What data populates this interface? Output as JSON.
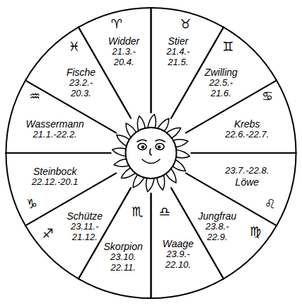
{
  "diagram": {
    "nodes": [
      {
        "text": [
          "♈",
          "Widder",
          "21.3.- 20.4."
        ]
      },
      {
        "text": [
          "♉",
          "Stier",
          "21.4.- 21.5."
        ]
      },
      {
        "text": [
          "♊",
          "Zwilling",
          "22.5.- 21.6."
        ]
      },
      {
        "text": [
          "♋",
          "Krebs",
          "22.6.-22.7."
        ]
      },
      {
        "text": [
          "♌",
          "Löwe",
          "23.7.-22.8."
        ]
      },
      {
        "text": [
          "♍",
          "Jungfrau",
          "23.8.- 22.9."
        ]
      },
      {
        "text": [
          "♎",
          "Waage",
          "23.9.- 22.10."
        ]
      },
      {
        "text": [
          "♏",
          "Skorpion",
          "23.10. 22.11."
        ]
      },
      {
        "text": [
          "♐",
          "Schütze",
          "23.11.- 21.12."
        ]
      },
      {
        "text": [
          "♑",
          "Steinbock",
          "22.12.-20.1"
        ]
      },
      {
        "text": [
          "♒",
          "Wassermann",
          "21.1.-22.2."
        ]
      },
      {
        "text": [
          "♓",
          "Fische",
          "23.2.- 20.3."
        ]
      }
    ]
  }
}
